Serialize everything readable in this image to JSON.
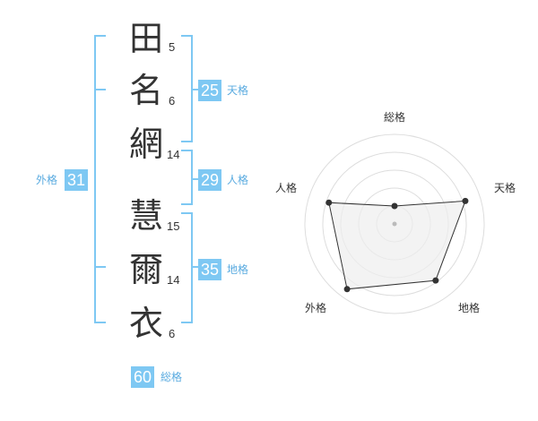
{
  "name": {
    "characters": [
      {
        "char": "田",
        "strokes": "5"
      },
      {
        "char": "名",
        "strokes": "6"
      },
      {
        "char": "網",
        "strokes": "14"
      },
      {
        "char": "慧",
        "strokes": "15"
      },
      {
        "char": "爾",
        "strokes": "14"
      },
      {
        "char": "衣",
        "strokes": "6"
      }
    ]
  },
  "fortune": {
    "tenkaku": {
      "value": "25",
      "label": "天格"
    },
    "jinkaku": {
      "value": "29",
      "label": "人格"
    },
    "chikaku": {
      "value": "35",
      "label": "地格"
    },
    "gaikaku": {
      "value": "31",
      "label": "外格"
    },
    "soukaku": {
      "value": "60",
      "label": "総格"
    }
  },
  "radar": {
    "axes": [
      "総格",
      "天格",
      "地格",
      "外格",
      "人格"
    ],
    "values": [
      0.2,
      0.83,
      0.78,
      0.9,
      0.77
    ],
    "colors": {
      "fill": "#eeeeee",
      "line": "#333333",
      "grid": "#dddddd",
      "bracket": "#7ec8f3"
    }
  }
}
